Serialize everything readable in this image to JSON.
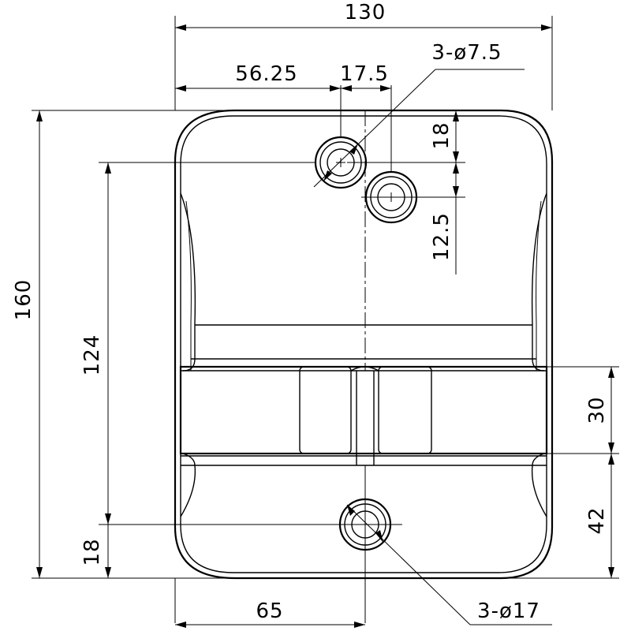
{
  "drawing": {
    "dimensions": {
      "overall_width": "130",
      "hole_offset_x": "56.25",
      "hole_spacing_x": "17.5",
      "small_hole_callout": "3-ø7.5",
      "hole_offset_y": "18",
      "hole_spacing_y": "12.5",
      "overall_height": "160",
      "hole_span_y": "124",
      "bottom_hole_y": "18",
      "band_height": "30",
      "bottom_section_height": "42",
      "center_offset_x": "65",
      "large_hole_callout": "3-ø17"
    }
  }
}
